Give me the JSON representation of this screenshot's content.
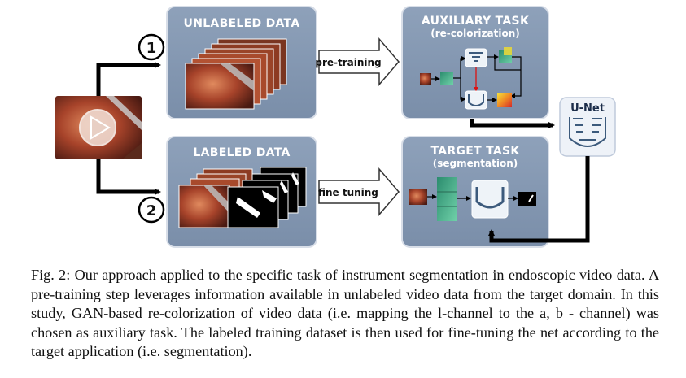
{
  "figure": {
    "panels": {
      "unlabeled": {
        "title": "UNLABELED DATA"
      },
      "labeled": {
        "title": "LABELED DATA"
      },
      "auxiliary": {
        "title": "AUXILIARY TASK",
        "subtitle": "(re-colorization)"
      },
      "target": {
        "title": "TARGET TASK",
        "subtitle": "(segmentation)"
      },
      "unet": {
        "title": "U-Net"
      }
    },
    "arrows": {
      "pretraining": "pre-training",
      "finetuning": "fine tuning"
    },
    "steps": [
      "1",
      "2"
    ],
    "icons": [
      "play-icon",
      "video-frame-stack",
      "segmentation-mask-stack",
      "generator-icon",
      "discriminator-icon",
      "unet-icon"
    ],
    "colors": {
      "panel": "#8497b0",
      "panel_border": "#d8dee8",
      "arrow": "#000000",
      "tissue": "#a5452c"
    }
  },
  "caption": {
    "text": "Fig. 2: Our approach applied to the specific task of instrument segmentation in endoscopic video data. A pre-training step leverages information available in unlabeled video data from the target domain. In this study, GAN-based re-colorization of video data (i.e. mapping the l-channel to the a, b - channel) was chosen as auxiliary task. The labeled training dataset is then used for fine-tuning the net according to the target application (i.e. segmentation)."
  }
}
